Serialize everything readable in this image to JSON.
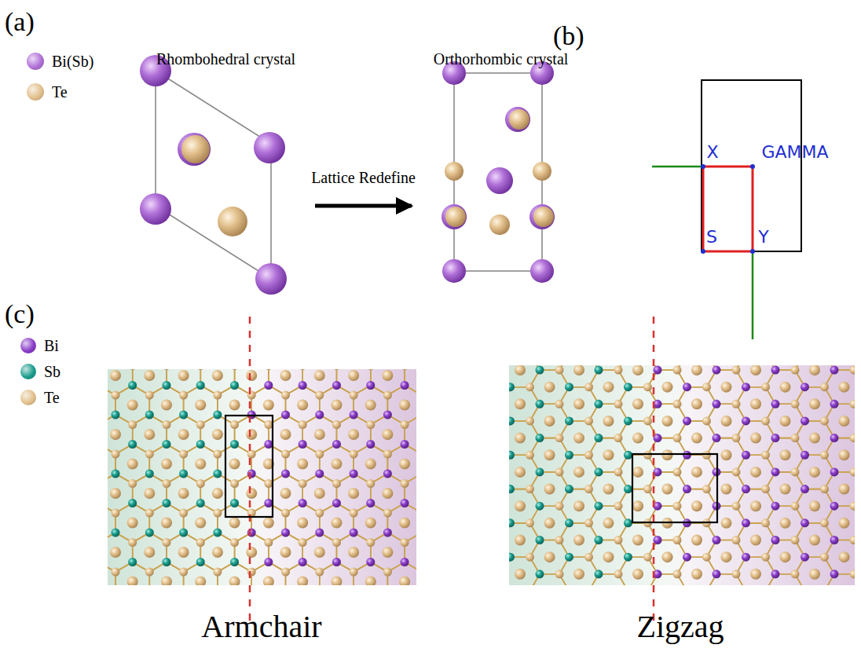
{
  "diagram": {
    "nodes": [
      {
        "text": [
          "Rhombohedral crystal"
        ]
      },
      {
        "text": [
          "Orthorhombic crystal"
        ]
      }
    ],
    "edges": [
      {
        "from": 0,
        "to": 1,
        "arrow": "to",
        "label": "Lattice Redefine"
      }
    ],
    "labels": [
      "(a)",
      "(b)",
      "(c)",
      "X",
      "GAMMA",
      "S",
      "Y",
      "Armchair",
      "Zigzag"
    ],
    "legend": [
      {
        "text": "Bi(Sb)",
        "color": "#b070d8"
      },
      {
        "text": "Te",
        "color": "#e2c08c"
      },
      {
        "text": "Bi",
        "color": "#8a3cc8"
      },
      {
        "text": "Sb",
        "color": "#1a9c8c"
      },
      {
        "text": "Te",
        "color": "#e2c08c"
      }
    ]
  }
}
